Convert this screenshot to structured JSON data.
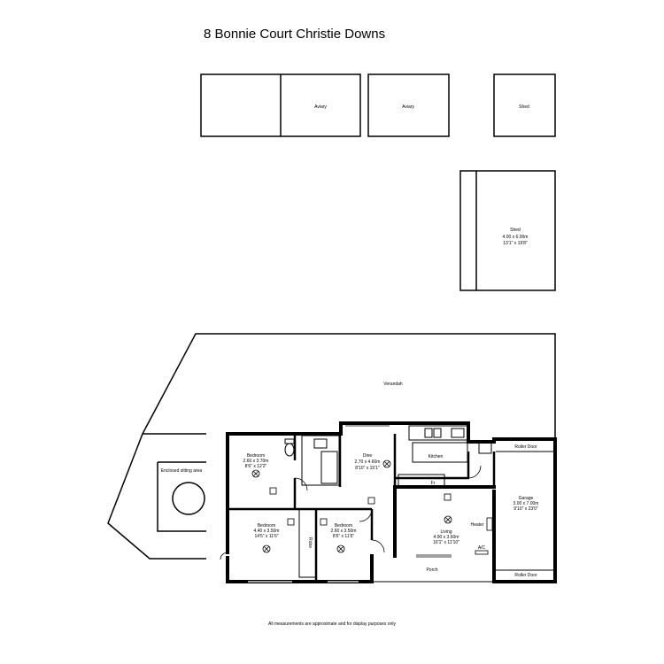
{
  "title": "8 Bonnie Court Christie Downs",
  "disclaimer": "All measurements are approximate and for display purposes only",
  "outbuildings": {
    "aviary1": "Aviary",
    "aviary2": "Aviary",
    "shed_small": "Shed",
    "shed_large": {
      "name": "Shed",
      "metric": "4.00 x 6.00m",
      "imperial": "13'1\" x 19'8\""
    }
  },
  "rooms": {
    "verandah": "Verandah",
    "enclosed": "Enclosed sitting area",
    "bedroom1": {
      "name": "Bedroom",
      "metric": "2.60 x 3.70m",
      "imperial": "8'6\" x 12'2\""
    },
    "bedroom2": {
      "name": "Bedroom",
      "metric": "4.40 x 3.50m",
      "imperial": "14'5\" x 11'6\""
    },
    "bedroom3": {
      "name": "Bedroom",
      "metric": "2.60 x 3.50m",
      "imperial": "8'6\" x 11'6\""
    },
    "dine": {
      "name": "Dine",
      "metric": "2.70 x 4.60m",
      "imperial": "8'10\" x 15'1\""
    },
    "kitchen": "Kitchen",
    "living": {
      "name": "Living",
      "metric": "4.90 x 3.60m",
      "imperial": "16'1\" x 11'10\""
    },
    "garage": {
      "name": "Garage",
      "metric": "3.00 x 7.00m",
      "imperial": "9'10\" x 23'0\""
    },
    "porch": "Porch",
    "robe": "Robe",
    "heater": "Heater",
    "ac": "A/C",
    "fridge": "Fr",
    "roller_door_top": "Roller Door",
    "roller_door_bottom": "Roller Door"
  }
}
